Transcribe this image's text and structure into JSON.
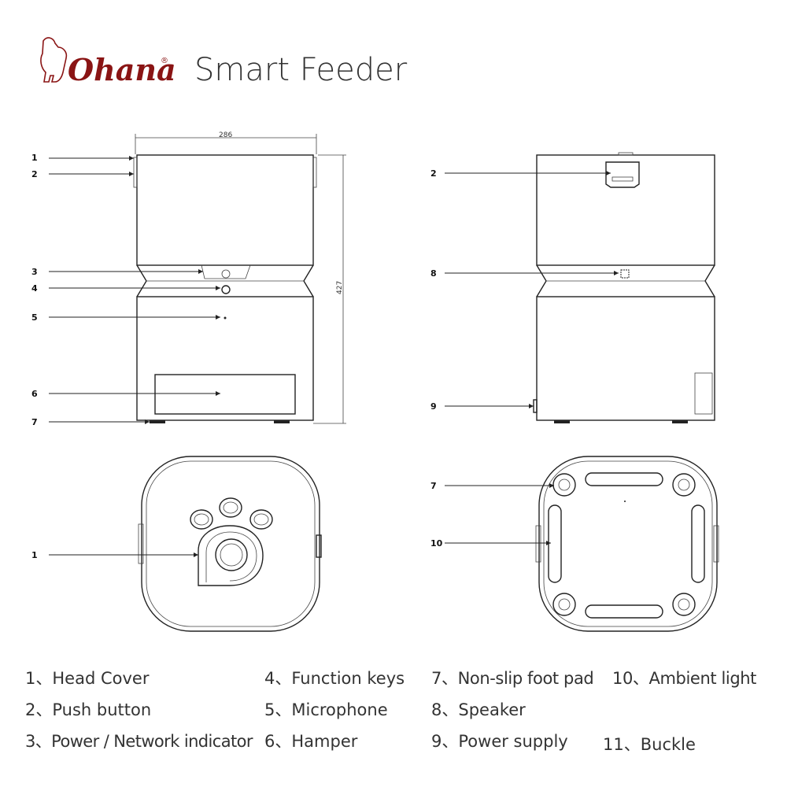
{
  "header": {
    "brand": "Ohana",
    "brand_mark": "®",
    "title": "Smart Feeder"
  },
  "dimensions": {
    "width": "286",
    "height": "427"
  },
  "callouts": {
    "front": [
      "1",
      "2",
      "3",
      "4",
      "5",
      "6",
      "7"
    ],
    "back": [
      "2",
      "8",
      "9"
    ],
    "top": [
      "1"
    ],
    "bottom": [
      "7",
      "10"
    ]
  },
  "legend": [
    {
      "num": "1",
      "label": "Head Cover"
    },
    {
      "num": "2",
      "label": "Push button"
    },
    {
      "num": "3",
      "label": "Power / Network indicator"
    },
    {
      "num": "4",
      "label": "Function keys"
    },
    {
      "num": "5",
      "label": "Microphone"
    },
    {
      "num": "6",
      "label": "Hamper"
    },
    {
      "num": "7",
      "label": "Non-slip foot pad"
    },
    {
      "num": "8",
      "label": "Speaker"
    },
    {
      "num": "9",
      "label": "Power supply"
    },
    {
      "num": "10",
      "label": "Ambient light"
    },
    {
      "num": "11",
      "label": "Buckle"
    }
  ],
  "separator": "、",
  "colors": {
    "brand": "#8a1414",
    "line": "#222222"
  }
}
